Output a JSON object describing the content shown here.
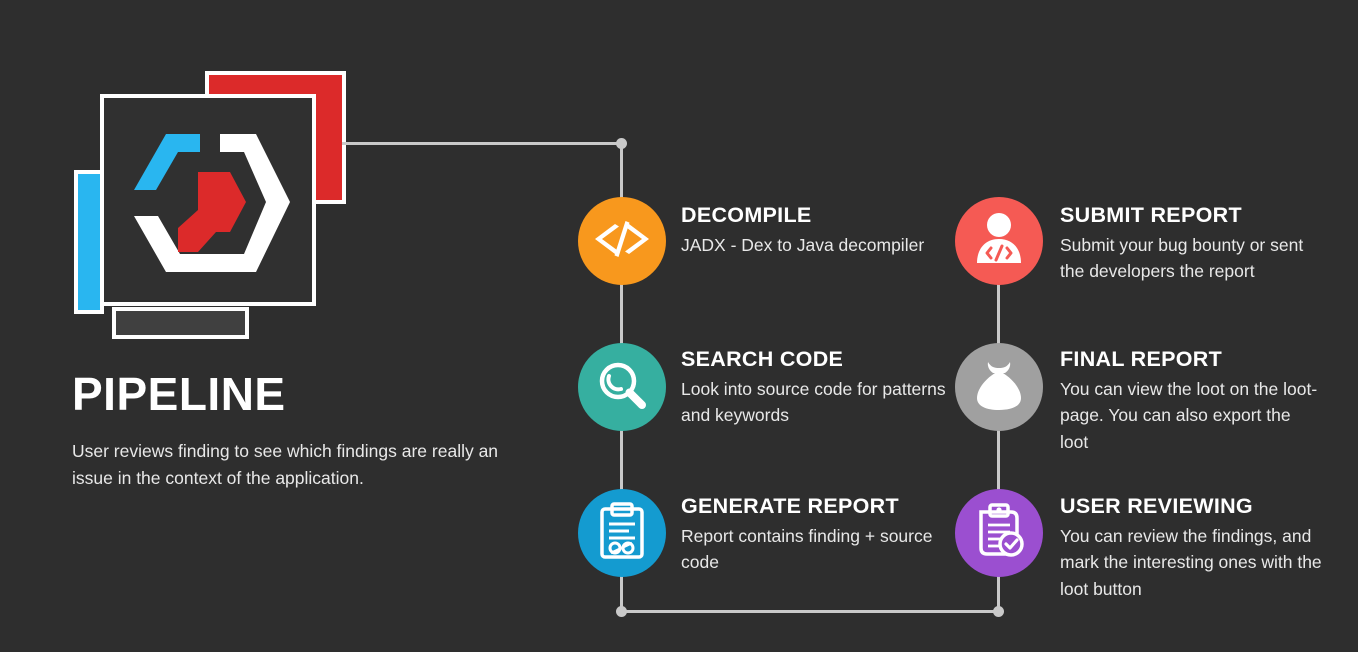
{
  "background_color": "#2e2e2e",
  "header": {
    "title": "PIPELINE",
    "description": "User reviews finding to see which findings are really an issue in the context of the application."
  },
  "logo": {
    "name": "app-logo-hexagon",
    "colors": {
      "blue": "#29b6f0",
      "red": "#dc2a2a",
      "white": "#ffffff",
      "card": "#303030",
      "gray": "#404040"
    }
  },
  "connector_color": "#c9c9c9",
  "steps": {
    "left": [
      {
        "id": "decompile",
        "icon": "code-brackets-icon",
        "color": "#f8981d",
        "title": "DECOMPILE",
        "description": "JADX - Dex to Java decompiler"
      },
      {
        "id": "search-code",
        "icon": "magnifier-icon",
        "color": "#36afa0",
        "title": "SEARCH CODE",
        "description": "Look into source code for patterns and keywords"
      },
      {
        "id": "generate-report",
        "icon": "clipboard-lines-icon",
        "color": "#149bd0",
        "title": "GENERATE REPORT",
        "description": "Report contains finding + source code"
      }
    ],
    "right": [
      {
        "id": "submit-report",
        "icon": "person-code-icon",
        "color": "#f55a54",
        "title": "SUBMIT REPORT",
        "description": "Submit your bug bounty or sent the developers the report"
      },
      {
        "id": "final-report",
        "icon": "money-bag-icon",
        "color": "#a0a0a0",
        "title": "FINAL REPORT",
        "description": "You can view the loot on the loot-page. You can also export the loot"
      },
      {
        "id": "user-reviewing",
        "icon": "clipboard-check-icon",
        "color": "#9b4fd0",
        "title": "USER REVIEWING",
        "description": "You can review the findings, and mark the interesting ones with the loot button"
      }
    ]
  }
}
